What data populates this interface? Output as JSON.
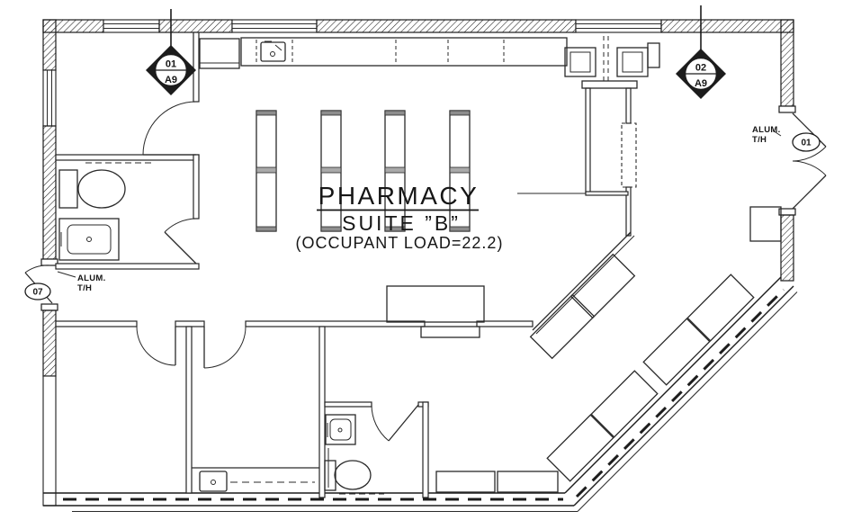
{
  "plan": {
    "title": "PHARMACY",
    "suite": "SUITE ”B”",
    "occupant_load": "(OCCUPANT LOAD=22.2)"
  },
  "section_markers": {
    "left": {
      "detail": "01",
      "sheet": "A9"
    },
    "right": {
      "detail": "02",
      "sheet": "A9"
    }
  },
  "door_tags": {
    "left_entry": "07",
    "right_entry": "01"
  },
  "storefront_labels": {
    "left": {
      "line1": "ALUM.",
      "line2": "T/H"
    },
    "right": {
      "line1": "ALUM.",
      "line2": "T/H"
    }
  },
  "colors": {
    "ink": "#1c1c1c",
    "paper": "#ffffff"
  }
}
